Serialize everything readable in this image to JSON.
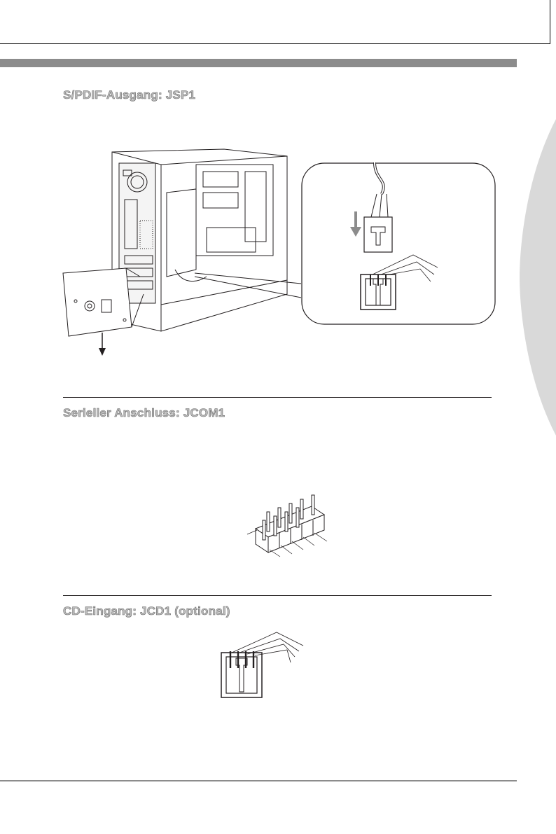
{
  "sections": [
    {
      "id": "spdif",
      "heading": "S/PDIF-Ausgang: JSP1"
    },
    {
      "id": "serial",
      "heading": "Serieller Anschluss: JCOM1"
    },
    {
      "id": "cd",
      "heading": "CD-Eingang: JCD1 (optional)"
    }
  ],
  "colors": {
    "header_bar": "#8c8c8c",
    "side_tab": "#d9d9d9",
    "heading_fill": "#bdbdbd"
  }
}
